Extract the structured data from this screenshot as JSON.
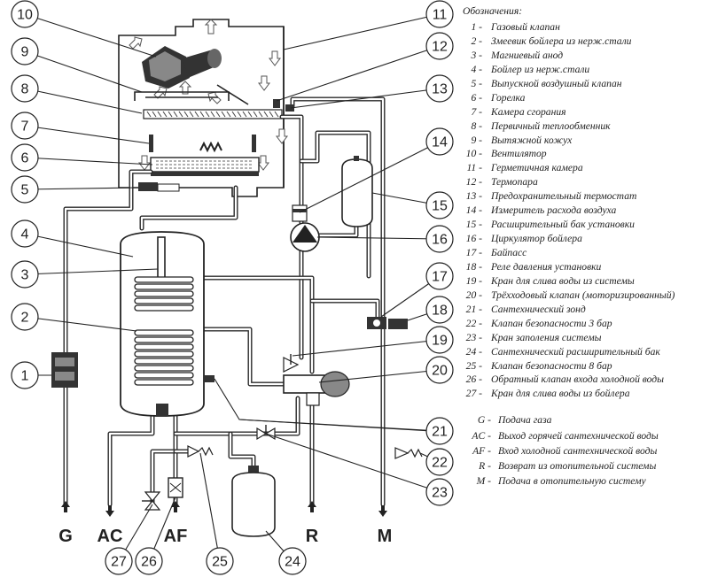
{
  "legend": {
    "title": "Обозначения:",
    "items": [
      {
        "num": "1",
        "text": "Газовый клапан"
      },
      {
        "num": "2",
        "text": "Змеевик бойлера из нерж.стали"
      },
      {
        "num": "3",
        "text": "Магниевый анод"
      },
      {
        "num": "4",
        "text": "Бойлер из нерж.стали"
      },
      {
        "num": "5",
        "text": "Выпускной воздушный клапан"
      },
      {
        "num": "6",
        "text": "Горелка"
      },
      {
        "num": "7",
        "text": "Камера сгорания"
      },
      {
        "num": "8",
        "text": "Первичный теплообменник"
      },
      {
        "num": "9",
        "text": "Вытяжной кожух"
      },
      {
        "num": "10",
        "text": "Вентилятор"
      },
      {
        "num": "11",
        "text": "Герметичная камера"
      },
      {
        "num": "12",
        "text": "Термопара"
      },
      {
        "num": "13",
        "text": "Предохранительный термостат"
      },
      {
        "num": "14",
        "text": "Измеритель расхода воздуха"
      },
      {
        "num": "15",
        "text": "Расширительный бак установки"
      },
      {
        "num": "16",
        "text": "Циркулятор бойлера"
      },
      {
        "num": "17",
        "text": "Байпасс"
      },
      {
        "num": "18",
        "text": "Реле давления установки"
      },
      {
        "num": "19",
        "text": "Кран для слива воды из системы"
      },
      {
        "num": "20",
        "text": "Трёхходовый клапан (моторизированный)"
      },
      {
        "num": "21",
        "text": "Сантехнический зонд"
      },
      {
        "num": "22",
        "text": "Клапан безопасности 3 бар"
      },
      {
        "num": "23",
        "text": "Кран заполения системы"
      },
      {
        "num": "24",
        "text": "Сантехнический расширительный бак"
      },
      {
        "num": "25",
        "text": "Клапан безопасности 8 бар"
      },
      {
        "num": "26",
        "text": "Обратный клапан входа холодной воды"
      },
      {
        "num": "27",
        "text": "Кран для слива воды из бойлера"
      }
    ],
    "abbreviations": [
      {
        "key": "G",
        "text": "Подача газа"
      },
      {
        "key": "AC",
        "text": "Выход горячей  сантехнической воды"
      },
      {
        "key": "AF",
        "text": "Вход холодной сантехнической воды"
      },
      {
        "key": "R",
        "text": "Возврат из отопительной системы"
      },
      {
        "key": "M",
        "text": "Подача в отопительную систему"
      }
    ]
  },
  "callouts": [
    "1",
    "2",
    "3",
    "4",
    "5",
    "6",
    "7",
    "8",
    "9",
    "10",
    "11",
    "12",
    "13",
    "14",
    "15",
    "16",
    "17",
    "18",
    "19",
    "20",
    "21",
    "22",
    "23",
    "24",
    "25",
    "26",
    "27"
  ],
  "connections": {
    "gas": "G",
    "hot_out": "AC",
    "cold_in": "AF",
    "return": "R",
    "flow": "M"
  }
}
